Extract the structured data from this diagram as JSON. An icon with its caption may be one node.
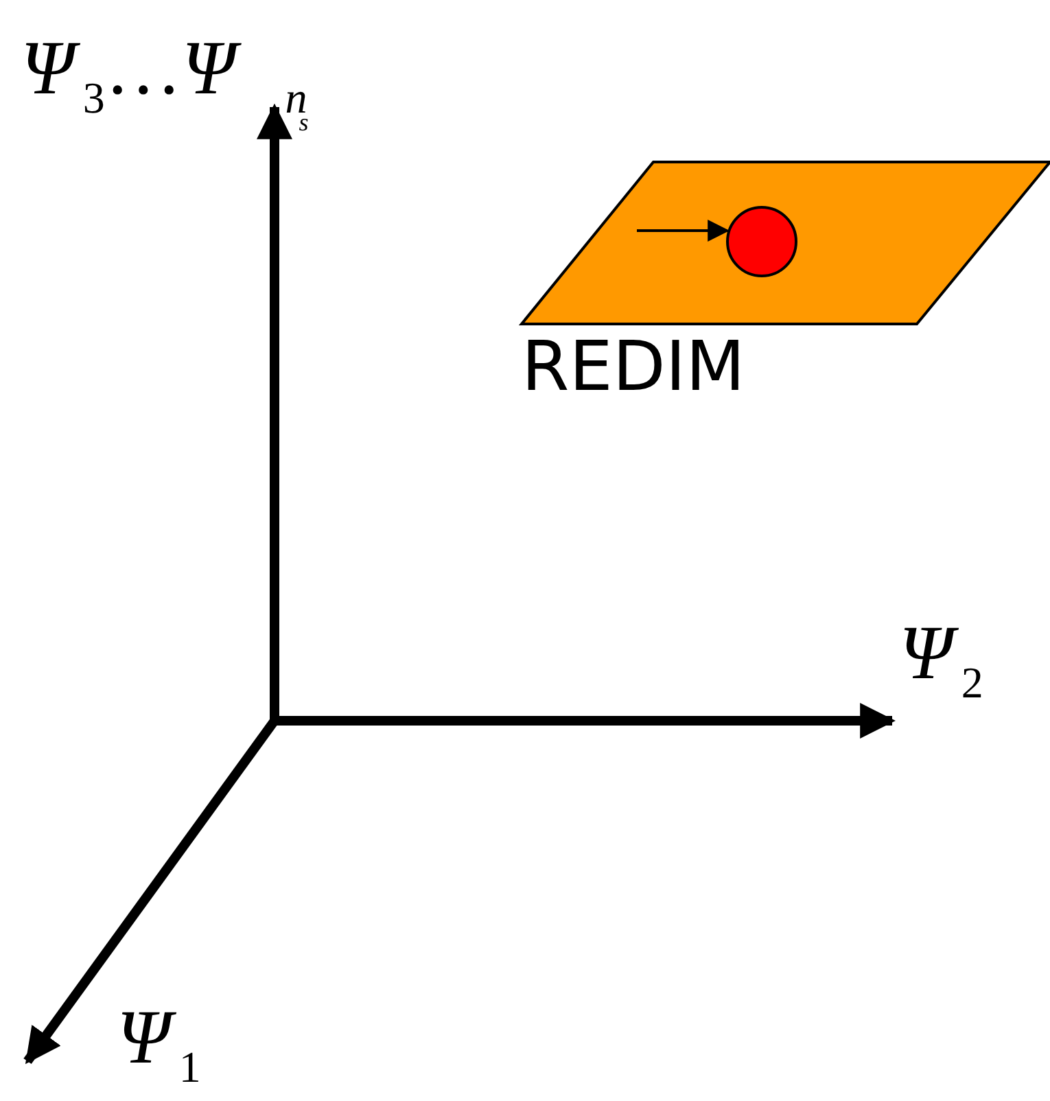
{
  "diagram": {
    "nodes": [
      {
        "text": [
          "REDIM"
        ]
      },
      {
        "text": [],
        "shape": "circle",
        "in": 0
      }
    ],
    "edges": [
      {
        "from": null,
        "to": 1,
        "arrow": "to"
      }
    ],
    "labels": [
      "Ψ$_{3}$…Ψ$_{n}$$_{s}$",
      "Ψ$_{2}$",
      "Ψ$_{1}$"
    ]
  }
}
